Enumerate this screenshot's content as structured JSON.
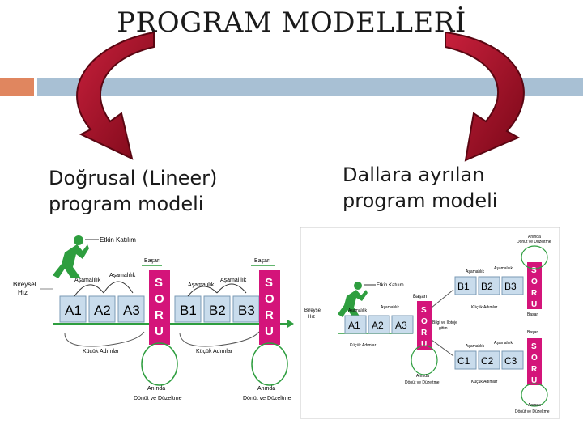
{
  "title": "PROGRAM MODELLERİ",
  "left_label": [
    "Doğrusal (Lineer)",
    "program modeli"
  ],
  "right_label": [
    "Dallara ayrılan",
    "program modeli"
  ],
  "linear": {
    "etkin": "Etkin Katılım",
    "bireysel": "Bireysel",
    "hiz": "Hız",
    "asamalik": "Aşamalılık",
    "basari": "Başarı",
    "kucuk": "Küçük Adımlar",
    "aninda": "Anında",
    "donut": "Dönüt ve Düzeltme",
    "soru": [
      "S",
      "O",
      "R",
      "U"
    ],
    "steps_a": [
      "A1",
      "A2",
      "A3"
    ],
    "steps_b": [
      "B1",
      "B2",
      "B3"
    ]
  },
  "branching": {
    "etkin": "Etkin Katılım",
    "bireysel": "Bireysel",
    "hiz": "Hız",
    "asamalik": "Aşamalılık",
    "basari": "Başarı",
    "kucuk": "Küçük Adımlar",
    "aninda": "Anında",
    "donut": "Dönüt ve Düzeltme",
    "bilgi": "Bilgi ve İlotoje",
    "gitim": "gitim",
    "soru": [
      "S",
      "O",
      "R",
      "U"
    ],
    "steps_a": [
      "A1",
      "A2",
      "A3"
    ],
    "steps_b": [
      "B1",
      "B2",
      "B3"
    ],
    "steps_c": [
      "C1",
      "C2",
      "C3"
    ]
  },
  "colors": {
    "arrow": "#a8102a",
    "soru": "#d4147a",
    "box": "#c9dcec",
    "green": "#2e9e3f"
  }
}
